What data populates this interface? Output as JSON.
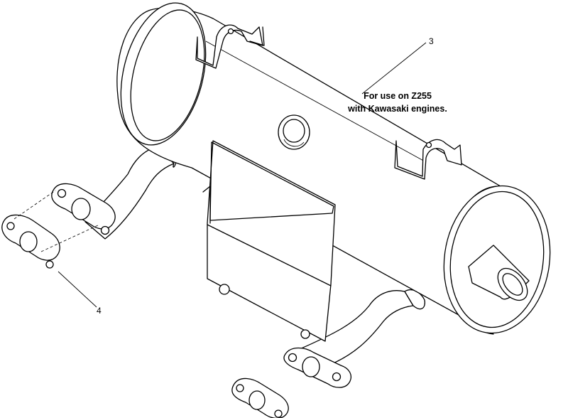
{
  "callouts": {
    "muffler": "3",
    "gasket": "4"
  },
  "note": {
    "line1": "For use on Z255",
    "line2": "with Kawasaki engines."
  }
}
